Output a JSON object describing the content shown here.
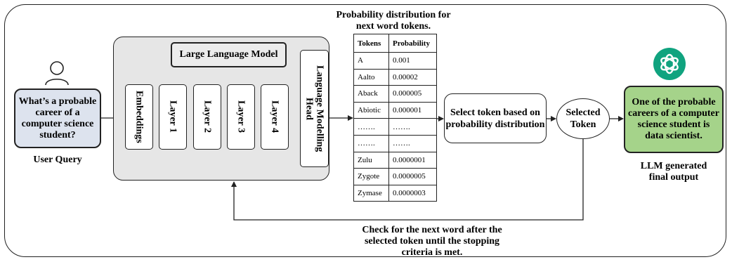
{
  "diagram": {
    "user_query_text": "What’s a probable career of a computer science student?",
    "user_query_caption": "User Query",
    "llm_title": "Large Language Model",
    "layers": [
      "Embeddings",
      "Layer 1",
      "Layer 2",
      "Layer 3",
      "Layer 4"
    ],
    "lm_head": "Language Modelling Head",
    "prob_title": "Probability distribution for next word tokens.",
    "table": {
      "headers": [
        "Tokens",
        "Probability"
      ],
      "rows": [
        [
          "A",
          "0.001"
        ],
        [
          "Aalto",
          "0.00002"
        ],
        [
          "Aback",
          "0.000005"
        ],
        [
          "Abiotic",
          "0.000001"
        ],
        [
          "…….",
          "……."
        ],
        [
          "…….",
          "……."
        ],
        [
          "Zulu",
          "0.0000001"
        ],
        [
          "Zygote",
          "0.0000005"
        ],
        [
          "Zymase",
          "0.0000003"
        ]
      ]
    },
    "select_token": "Select token based on probability distribution",
    "selected_token": "Selected Token",
    "final_output": "One of the probable careers of a computer science student is data scientist.",
    "final_caption": "LLM generated final output",
    "loop_caption": "Check for the next word after the selected token until the stopping criteria is met.",
    "colors": {
      "query_fill": "#dde3ee",
      "output_fill": "#a5d38a",
      "llm_fill": "#e6e6e6",
      "gpt_logo": "#10a37f"
    }
  }
}
